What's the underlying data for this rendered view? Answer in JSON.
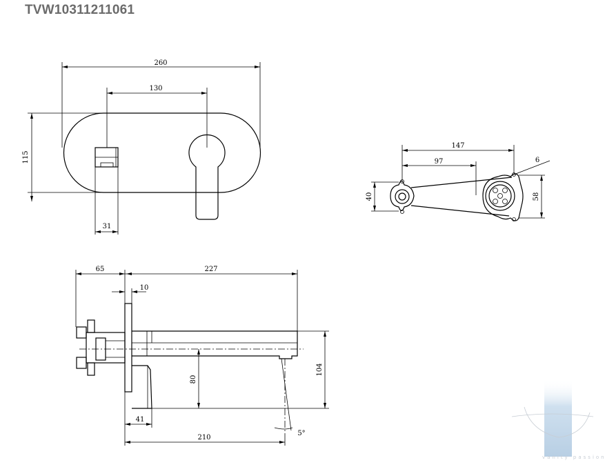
{
  "title": "TVW10311211061",
  "front_view": {
    "dim_width": "260",
    "dim_center": "130",
    "dim_height": "115",
    "dim_spout_width": "31"
  },
  "rear_view": {
    "dim_span": "147",
    "dim_to_center": "97",
    "dim_offset": "6",
    "dim_left_height": "40",
    "dim_right_height": "58"
  },
  "side_view": {
    "dim_depth_back": "65",
    "dim_projection": "227",
    "dim_plate": "10",
    "dim_height": "104",
    "dim_spout_height": "80",
    "dim_inset": "41",
    "dim_spout_length": "210",
    "dim_angle": "5°"
  },
  "watermark": {
    "text": "vanity passion",
    "colors": [
      "#bcd3e8",
      "#c7cdd4"
    ]
  }
}
